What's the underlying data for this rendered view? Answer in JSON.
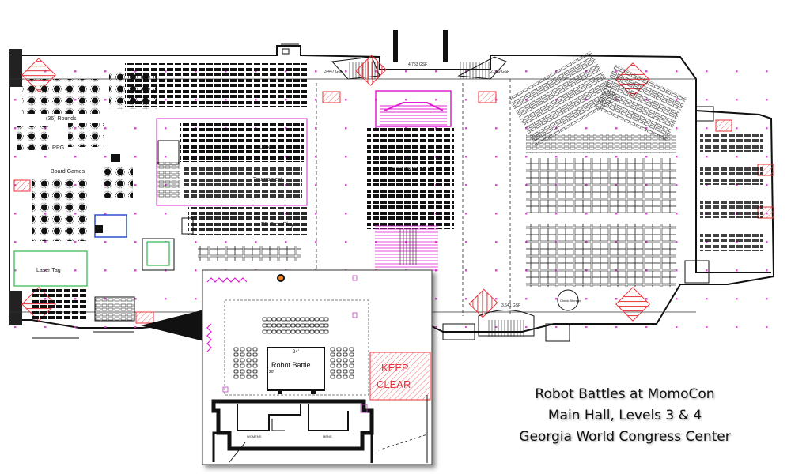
{
  "map": {
    "labels": {
      "rounds": "(36) Rounds",
      "rpg": "RPG",
      "board_games": "Board Games",
      "laser_tag": "Laser Tag",
      "lan": "LAN",
      "tournament": "Tournament",
      "free_play": "FP-Free Play",
      "area_left": "3,447 GSF",
      "area_center": "4,753 GSF",
      "area_right": "2,669 GSF",
      "area_bottom": "3,641 GSF",
      "main_stage_seating": "Seating for 448",
      "check_room": "Check Storage"
    },
    "inset": {
      "robot_battle": "Robot Battle",
      "dim_width": "24'",
      "dim_depth": "20'",
      "keep_clear": "KEEP CLEAR",
      "keep_clear_line1": "KEEP",
      "keep_clear_line2": "CLEAR",
      "womens": "WOMENS",
      "mens": "MENS"
    },
    "colors": {
      "keep_clear": "#e8333a",
      "magenta_accent": "#e020d0",
      "laser_tag_outline": "#2fb84a",
      "blue_accent": "#2a4fd0",
      "wall": "#111111"
    }
  },
  "caption": {
    "line1": "Robot Battles at MomoCon",
    "line2": "Main Hall, Levels 3 & 4",
    "line3": "Georgia World Congress Center"
  }
}
